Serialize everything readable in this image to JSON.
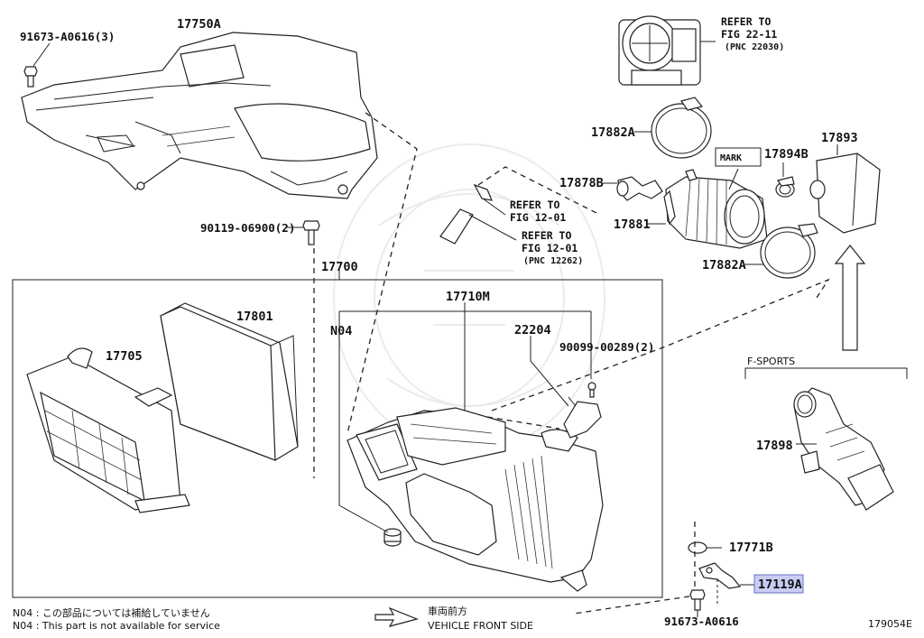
{
  "parts": {
    "p91673_a0616_3": "91673-A0616(3)",
    "p17750a": "17750A",
    "p90119": "90119-06900(2)",
    "p17700": "17700",
    "p17801": "17801",
    "p17705": "17705",
    "n04": "N04",
    "p17710m": "17710M",
    "p22204": "22204",
    "p90099": "90099-00289(2)",
    "p17882a_top": "17882A",
    "p17878b": "17878B",
    "p17881": "17881",
    "p17894b": "17894B",
    "p17893": "17893",
    "p17882a_bottom": "17882A",
    "p17898": "17898",
    "p17771b": "17771B",
    "p17119a": "17119A",
    "p91673_a0616": "91673-A0616"
  },
  "refs": {
    "ref1": [
      "REFER TO",
      "FIG 22-11",
      "(PNC 22030)"
    ],
    "ref2": [
      "REFER TO",
      "FIG 12-01"
    ],
    "ref3": [
      "REFER TO",
      "FIG 12-01",
      "(PNC 12262)"
    ]
  },
  "mark_label": "MARK",
  "f_sports_label": "F-SPORTS",
  "notes": {
    "jp": "N04 : この部品については補給していません",
    "en": "N04 : This part is not available for service"
  },
  "front": {
    "jp": "車両前方",
    "en": "VEHICLE FRONT SIDE"
  },
  "figure_id": "179054E",
  "colors": {
    "highlight": "#c9cdf5",
    "ink": "#222222"
  }
}
